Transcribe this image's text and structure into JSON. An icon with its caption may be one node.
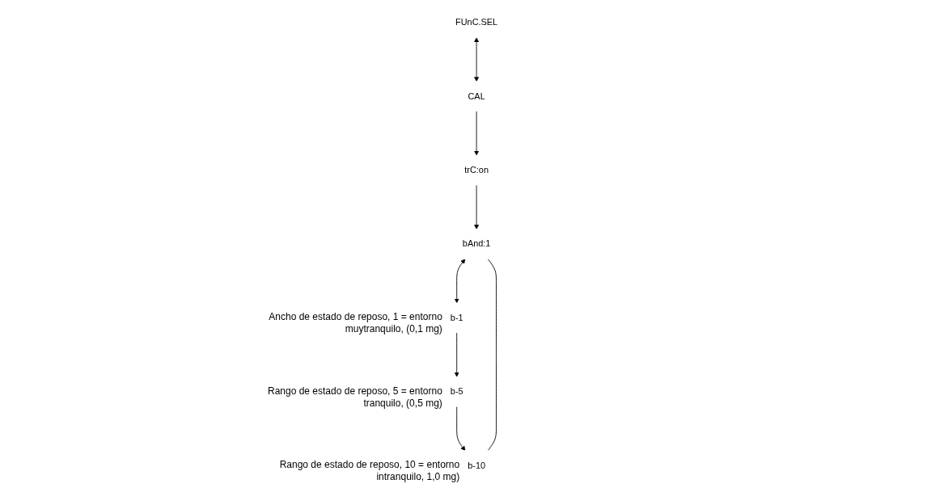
{
  "diagram": {
    "nodes": [
      {
        "text": [
          "FUnC.SEL"
        ]
      },
      {
        "text": [
          "CAL"
        ]
      },
      {
        "text": [
          "trC:on"
        ]
      },
      {
        "text": [
          "bAnd:1"
        ]
      },
      {
        "text": [
          "b-1"
        ],
        "beside": [
          "Ancho de estado de reposo, 1 = entorno muytranquilo, (0,1 mg)"
        ]
      },
      {
        "text": [
          "b-5"
        ],
        "beside": [
          "Rango de estado de reposo, 5 = entorno tranquilo, (0,5 mg)"
        ]
      },
      {
        "text": [
          "b-10"
        ],
        "beside": [
          "Rango de estado de reposo, 10 = entorno intranquilo, 1,0 mg)"
        ]
      }
    ],
    "edges": [
      {
        "from": 0,
        "to": 1,
        "arrow": "both"
      },
      {
        "from": 1,
        "to": 2,
        "arrow": "to"
      },
      {
        "from": 2,
        "to": 3,
        "arrow": "to"
      },
      {
        "from": 3,
        "to": 4,
        "arrow": "both"
      },
      {
        "from": 4,
        "to": 5,
        "arrow": "to"
      },
      {
        "from": 5,
        "to": 6,
        "arrow": "to"
      },
      {
        "from": 6,
        "to": 3,
        "arrow": "none"
      }
    ]
  }
}
